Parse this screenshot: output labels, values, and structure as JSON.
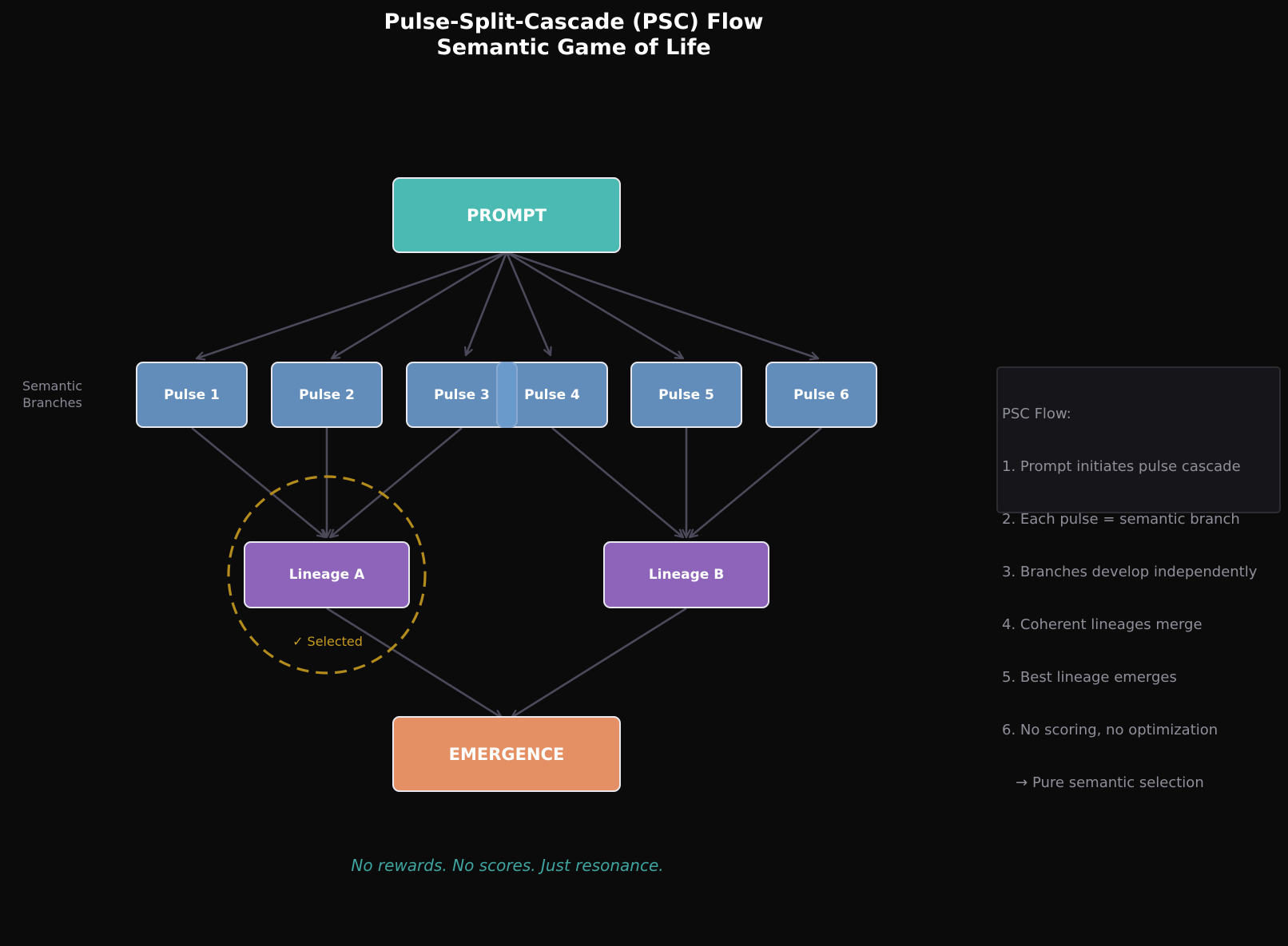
{
  "title": {
    "line1": "Pulse-Split-Cascade (PSC) Flow",
    "line2": "Semantic Game of Life"
  },
  "nodes": {
    "prompt": {
      "label": "PROMPT",
      "color": "#4ABAB2"
    },
    "pulses": [
      {
        "id": "pulse1",
        "label": "Pulse 1",
        "color": "#628DBB"
      },
      {
        "id": "pulse2",
        "label": "Pulse 2",
        "color": "#628DBB"
      },
      {
        "id": "pulse3",
        "label": "Pulse 3",
        "color": "#628DBB"
      },
      {
        "id": "pulse4",
        "label": "Pulse 4",
        "color": "#628DBB"
      },
      {
        "id": "pulse5",
        "label": "Pulse 5",
        "color": "#628DBB"
      },
      {
        "id": "pulse6",
        "label": "Pulse 6",
        "color": "#628DBB"
      }
    ],
    "lineages": [
      {
        "id": "lineageA",
        "label": "Lineage A",
        "color": "#8E64BA",
        "selected": true
      },
      {
        "id": "lineageB",
        "label": "Lineage B",
        "color": "#8E64BA",
        "selected": false
      }
    ],
    "emergence": {
      "label": "EMERGENCE",
      "color": "#E59064"
    }
  },
  "edges": [
    {
      "from": "prompt",
      "to": "pulse1"
    },
    {
      "from": "prompt",
      "to": "pulse2"
    },
    {
      "from": "prompt",
      "to": "pulse3"
    },
    {
      "from": "prompt",
      "to": "pulse4"
    },
    {
      "from": "prompt",
      "to": "pulse5"
    },
    {
      "from": "prompt",
      "to": "pulse6"
    },
    {
      "from": "pulse1",
      "to": "lineageA"
    },
    {
      "from": "pulse2",
      "to": "lineageA"
    },
    {
      "from": "pulse3",
      "to": "lineageA"
    },
    {
      "from": "pulse4",
      "to": "lineageB"
    },
    {
      "from": "pulse5",
      "to": "lineageB"
    },
    {
      "from": "pulse6",
      "to": "lineageB"
    },
    {
      "from": "lineageA",
      "to": "emergence"
    },
    {
      "from": "lineageB",
      "to": "emergence"
    }
  ],
  "side_label": "Semantic\nBranches",
  "selection": {
    "label": "✓ Selected",
    "color": "#B48C1C"
  },
  "info_box": {
    "heading": "PSC Flow:",
    "lines": [
      "1. Prompt initiates pulse cascade",
      "2. Each pulse = semantic branch",
      "3. Branches develop independently",
      "4. Coherent lineages merge",
      "5. Best lineage emerges",
      "6. No scoring, no optimization",
      "   → Pure semantic selection"
    ]
  },
  "tagline": "No rewards. No scores. Just resonance.",
  "colors": {
    "background": "#0B0B0C",
    "edge": "#4C4A5A",
    "tagline": "#3FA5A0"
  }
}
